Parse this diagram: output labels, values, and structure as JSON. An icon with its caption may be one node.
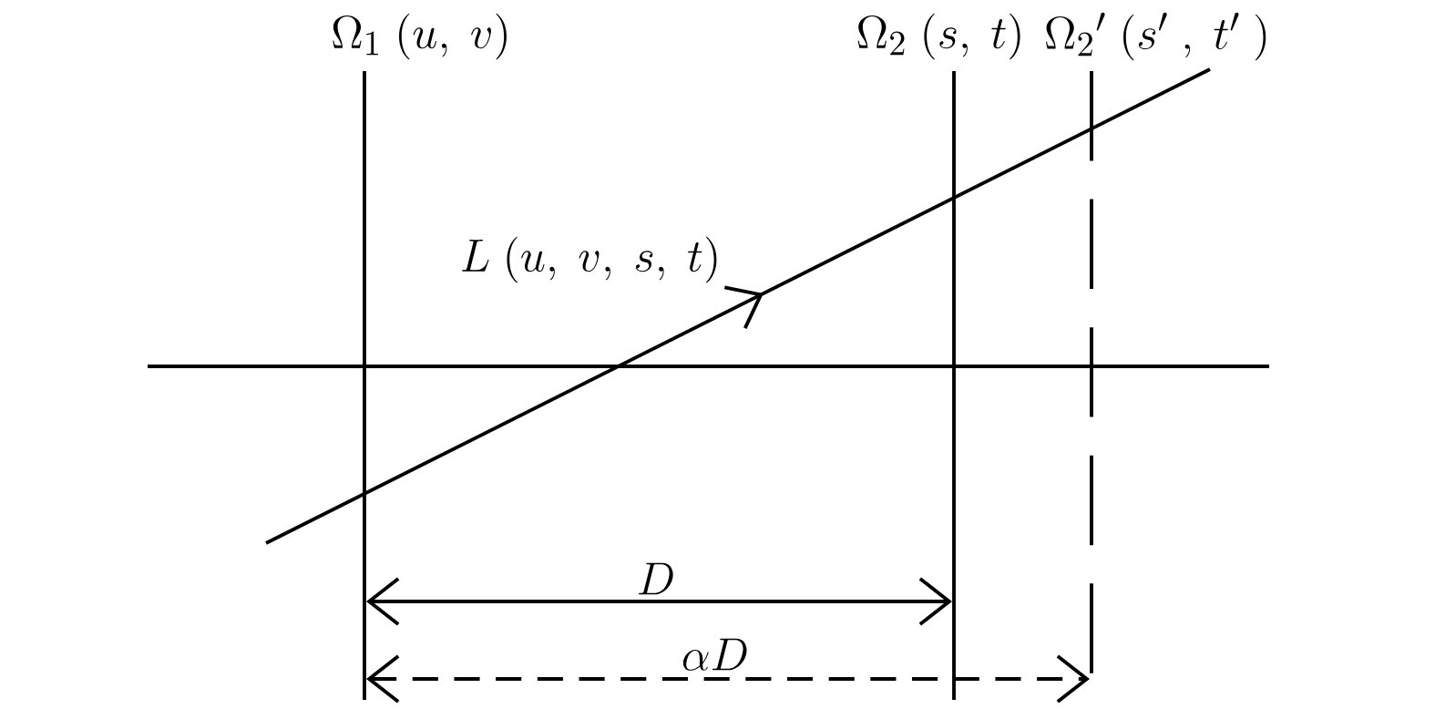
{
  "diagram": {
    "labels": [
      "\\Omega_1\\ (u,\\ v)",
      "\\Omega_2\\ (s,\\ t)",
      "\\Omega_2{}'\\ (s'\\ ,\\ t'\\ )",
      "L\\ (u,\\ v,\\ s,\\ t)",
      "D",
      "\\alpha D"
    ]
  }
}
